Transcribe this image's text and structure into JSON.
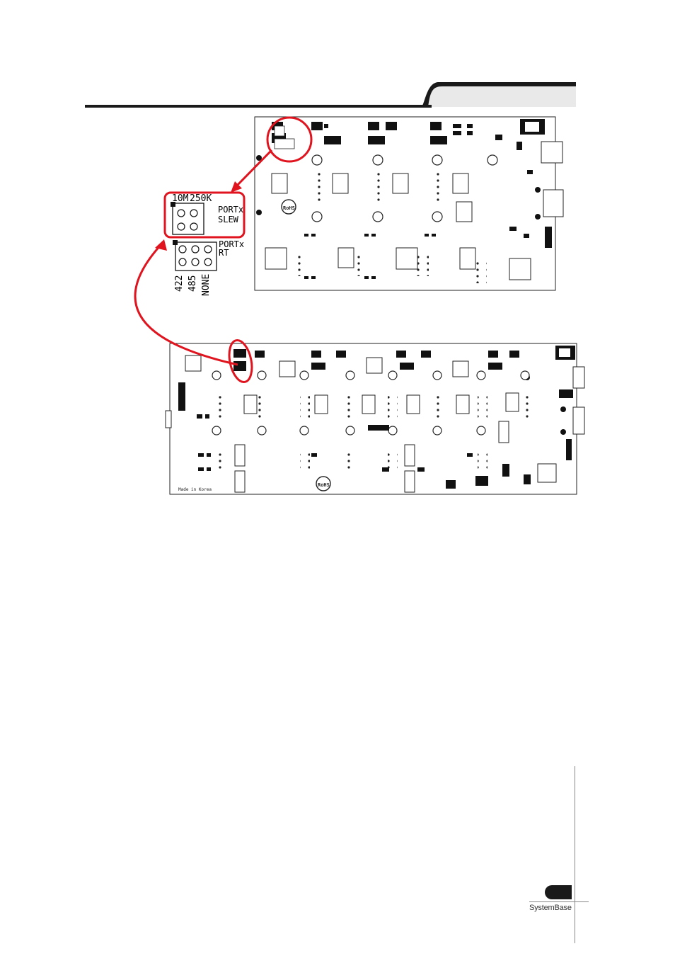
{
  "header": {
    "tab_label": ""
  },
  "callout": {
    "rate_10m": "10M",
    "rate_250k": "250K",
    "slew_port": "PORTx",
    "slew_name": "SLEW",
    "rt_port": "PORTx",
    "rt_name": "RT",
    "mode_422": "422",
    "mode_485": "485",
    "mode_none": "NONE"
  },
  "board_top": {
    "rohs": "RoHS"
  },
  "board_bottom": {
    "rohs": "RoHS",
    "made_in": "Made in Korea"
  },
  "footer": {
    "page_number": "",
    "brand": "SystemBase"
  },
  "colors": {
    "highlight": "#e0141e",
    "ink": "#111111",
    "tab": "#1a1a1a"
  }
}
